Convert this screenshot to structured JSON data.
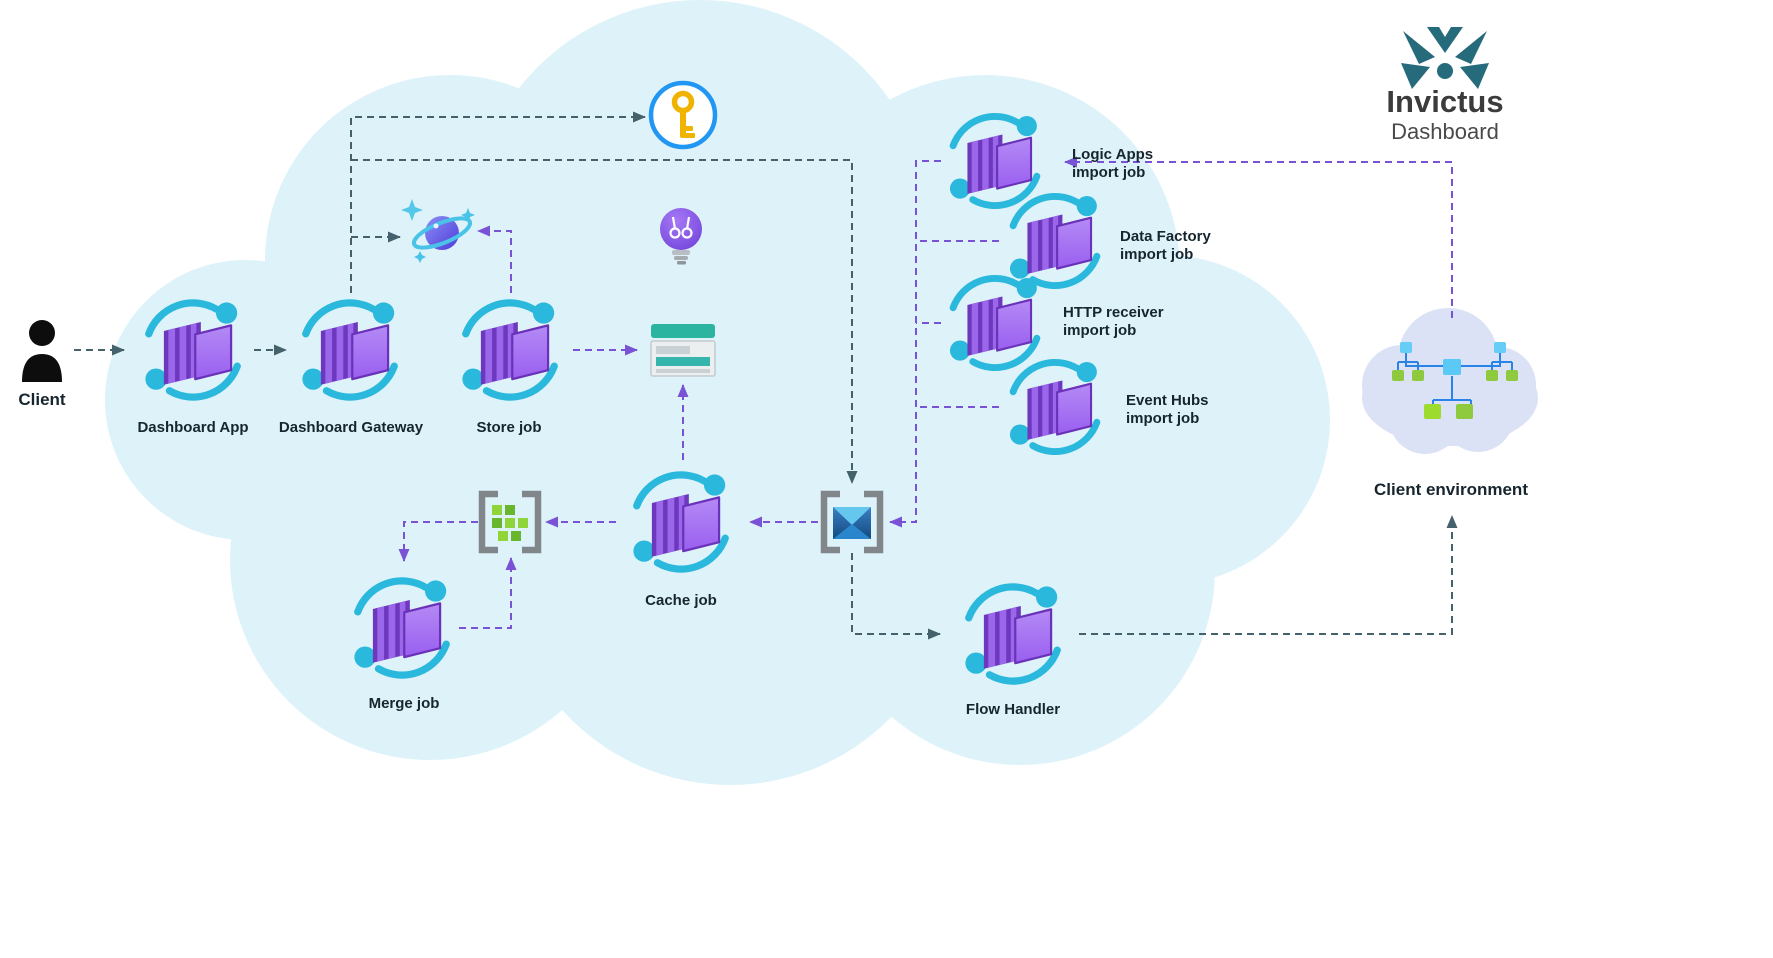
{
  "brand": {
    "title": "Invictus",
    "subtitle": "Dashboard"
  },
  "nodes": {
    "client": {
      "label": "Client"
    },
    "dashboard_app": {
      "label": "Dashboard App"
    },
    "dashboard_gateway": {
      "label": "Dashboard Gateway"
    },
    "store_job": {
      "label": "Store job"
    },
    "cache_job": {
      "label": "Cache job"
    },
    "merge_job": {
      "label": "Merge job"
    },
    "flow_handler": {
      "label": "Flow Handler"
    },
    "logic_apps_import": {
      "label": "Logic Apps\nimport job"
    },
    "data_factory_import": {
      "label": "Data Factory\nimport job"
    },
    "http_receiver_import": {
      "label": "HTTP receiver\nimport job"
    },
    "event_hubs_import": {
      "label": "Event Hubs\nimport job"
    },
    "client_environment": {
      "label": "Client environment"
    }
  },
  "icons": {
    "person": "client-person-icon",
    "container_apps": "container-apps-icon",
    "key_vault": "key-vault-icon",
    "cosmos_db": "cosmos-db-icon",
    "lightbulb": "lightbulb-icon",
    "table_storage": "table-storage-icon",
    "service_bus": "service-bus-icon",
    "batch": "batch-grid-icon",
    "network": "client-environment-network-icon",
    "logo": "invictus-logo-icon"
  },
  "edges": [
    {
      "from": "client",
      "to": "dashboard_app",
      "style": "gray"
    },
    {
      "from": "dashboard_app",
      "to": "dashboard_gateway",
      "style": "gray"
    },
    {
      "from": "dashboard_gateway",
      "to": "key_vault",
      "style": "gray"
    },
    {
      "from": "dashboard_gateway",
      "to": "cosmos_db",
      "style": "gray"
    },
    {
      "from": "dashboard_gateway",
      "to": "service_bus",
      "style": "gray"
    },
    {
      "from": "service_bus",
      "to": "flow_handler",
      "style": "gray"
    },
    {
      "from": "flow_handler",
      "to": "client_environment",
      "style": "gray"
    },
    {
      "from": "store_job",
      "to": "cosmos_db",
      "style": "purple"
    },
    {
      "from": "store_job",
      "to": "table_storage",
      "style": "purple"
    },
    {
      "from": "cache_job",
      "to": "table_storage",
      "style": "purple"
    },
    {
      "from": "service_bus",
      "to": "cache_job",
      "style": "purple"
    },
    {
      "from": "cache_job",
      "to": "batch",
      "style": "purple"
    },
    {
      "from": "batch",
      "to": "merge_job",
      "style": "purple"
    },
    {
      "from": "merge_job",
      "to": "batch",
      "style": "purple"
    },
    {
      "from": "import_jobs",
      "to": "service_bus",
      "style": "purple"
    },
    {
      "from": "client_environment",
      "to": "logic_apps_import",
      "style": "purple"
    }
  ],
  "colors": {
    "cloud": "#ddf3f9",
    "client_env_cloud": "#dbe2f5",
    "accent_cyan": "#2bb8dd",
    "container_purple": "#6d37be",
    "arrow_gray": "#45616b",
    "arrow_purple": "#7a52d6",
    "logo_teal": "#266b7b",
    "table_teal": "#2bb5a0",
    "batch_green": "#8fd53a",
    "keyvault_gold": "#f0b400"
  }
}
